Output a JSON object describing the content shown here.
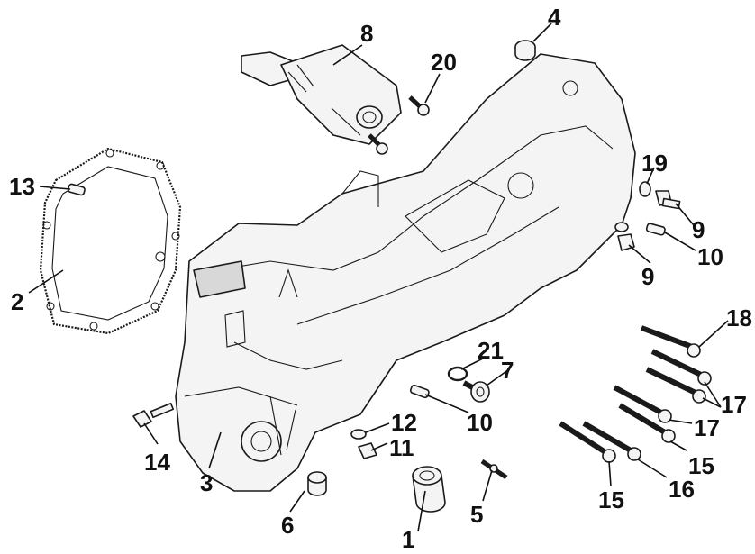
{
  "callouts": [
    {
      "id": "c1",
      "text": "1"
    },
    {
      "id": "c2",
      "text": "2"
    },
    {
      "id": "c3",
      "text": "3"
    },
    {
      "id": "c4",
      "text": "4"
    },
    {
      "id": "c5",
      "text": "5"
    },
    {
      "id": "c6",
      "text": "6"
    },
    {
      "id": "c7",
      "text": "7"
    },
    {
      "id": "c8",
      "text": "8"
    },
    {
      "id": "c9a",
      "text": "9"
    },
    {
      "id": "c9b",
      "text": "9"
    },
    {
      "id": "c10a",
      "text": "10"
    },
    {
      "id": "c10b",
      "text": "10"
    },
    {
      "id": "c11",
      "text": "11"
    },
    {
      "id": "c12",
      "text": "12"
    },
    {
      "id": "c13",
      "text": "13"
    },
    {
      "id": "c14",
      "text": "14"
    },
    {
      "id": "c15a",
      "text": "15"
    },
    {
      "id": "c15b",
      "text": "15"
    },
    {
      "id": "c16",
      "text": "16"
    },
    {
      "id": "c17a",
      "text": "17"
    },
    {
      "id": "c17b",
      "text": "17"
    },
    {
      "id": "c18",
      "text": "18"
    },
    {
      "id": "c19",
      "text": "19"
    },
    {
      "id": "c20",
      "text": "20"
    },
    {
      "id": "c21",
      "text": "21"
    }
  ],
  "colors": {
    "ink": "#111111",
    "paper": "#ffffff",
    "fill": "#f4f4f4",
    "shade": "#d8d8d8"
  }
}
